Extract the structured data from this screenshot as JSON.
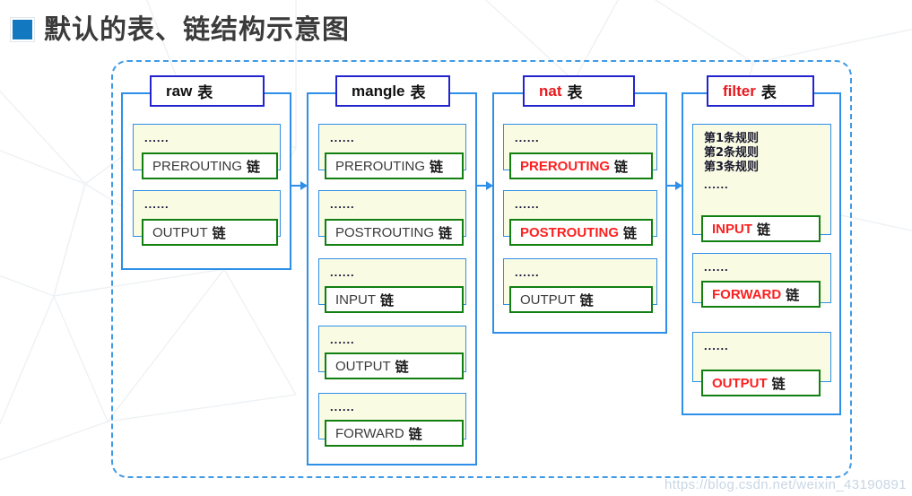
{
  "slide": {
    "title": "默认的表、链结构示意图",
    "bullet_color": "#1279c0",
    "watermark": "https://blog.csdn.net/weixin_43190891"
  },
  "diagram": {
    "frame_style": "dashed-rounded",
    "frame_color": "#3f9ae5",
    "chain_suffix": "链",
    "table_suffix": "表",
    "dots": "......",
    "arrows": [
      {
        "name": "raw-to-mangle"
      },
      {
        "name": "mangle-to-nat"
      },
      {
        "name": "nat-to-filter"
      }
    ],
    "tables": [
      {
        "id": "raw",
        "header_name": "raw",
        "header_suffix": "表",
        "header_color": "#111111",
        "chains": [
          {
            "name": "PREROUTING",
            "suffix": "链",
            "color": "#3a3a3a",
            "rules": [],
            "dots": "......"
          },
          {
            "name": "OUTPUT",
            "suffix": "链",
            "color": "#3a3a3a",
            "rules": [],
            "dots": "......"
          }
        ]
      },
      {
        "id": "mangle",
        "header_name": "mangle",
        "header_suffix": "表",
        "header_color": "#111111",
        "chains": [
          {
            "name": "PREROUTING",
            "suffix": "链",
            "color": "#3a3a3a",
            "rules": [],
            "dots": "......"
          },
          {
            "name": "POSTROUTING",
            "suffix": "链",
            "color": "#3a3a3a",
            "rules": [],
            "dots": "......"
          },
          {
            "name": "INPUT",
            "suffix": "链",
            "color": "#3a3a3a",
            "rules": [],
            "dots": "......"
          },
          {
            "name": "OUTPUT",
            "suffix": "链",
            "color": "#3a3a3a",
            "rules": [],
            "dots": "......"
          },
          {
            "name": "FORWARD",
            "suffix": "链",
            "color": "#3a3a3a",
            "rules": [],
            "dots": "......"
          }
        ]
      },
      {
        "id": "nat",
        "header_name": "nat",
        "header_suffix": "表",
        "header_color": "#e8191e",
        "chains": [
          {
            "name": "PREROUTING",
            "suffix": "链",
            "color": "#fc2020",
            "rules": [],
            "dots": "......"
          },
          {
            "name": "POSTROUTING",
            "suffix": "链",
            "color": "#fc2020",
            "rules": [],
            "dots": "......"
          },
          {
            "name": "OUTPUT",
            "suffix": "链",
            "color": "#3a3a3a",
            "rules": [],
            "dots": "......"
          }
        ]
      },
      {
        "id": "filter",
        "header_name": "filter",
        "header_suffix": "表",
        "header_color": "#e8191e",
        "chains": [
          {
            "name": "INPUT",
            "suffix": "链",
            "color": "#fc2020",
            "rules": [
              "第1条规则",
              "第2条规则",
              "第3条规则"
            ],
            "dots": "......"
          },
          {
            "name": "FORWARD",
            "suffix": "链",
            "color": "#fc2020",
            "rules": [],
            "dots": "......"
          },
          {
            "name": "OUTPUT",
            "suffix": "链",
            "color": "#fc2020",
            "rules": [],
            "dots": "......"
          }
        ]
      }
    ]
  }
}
